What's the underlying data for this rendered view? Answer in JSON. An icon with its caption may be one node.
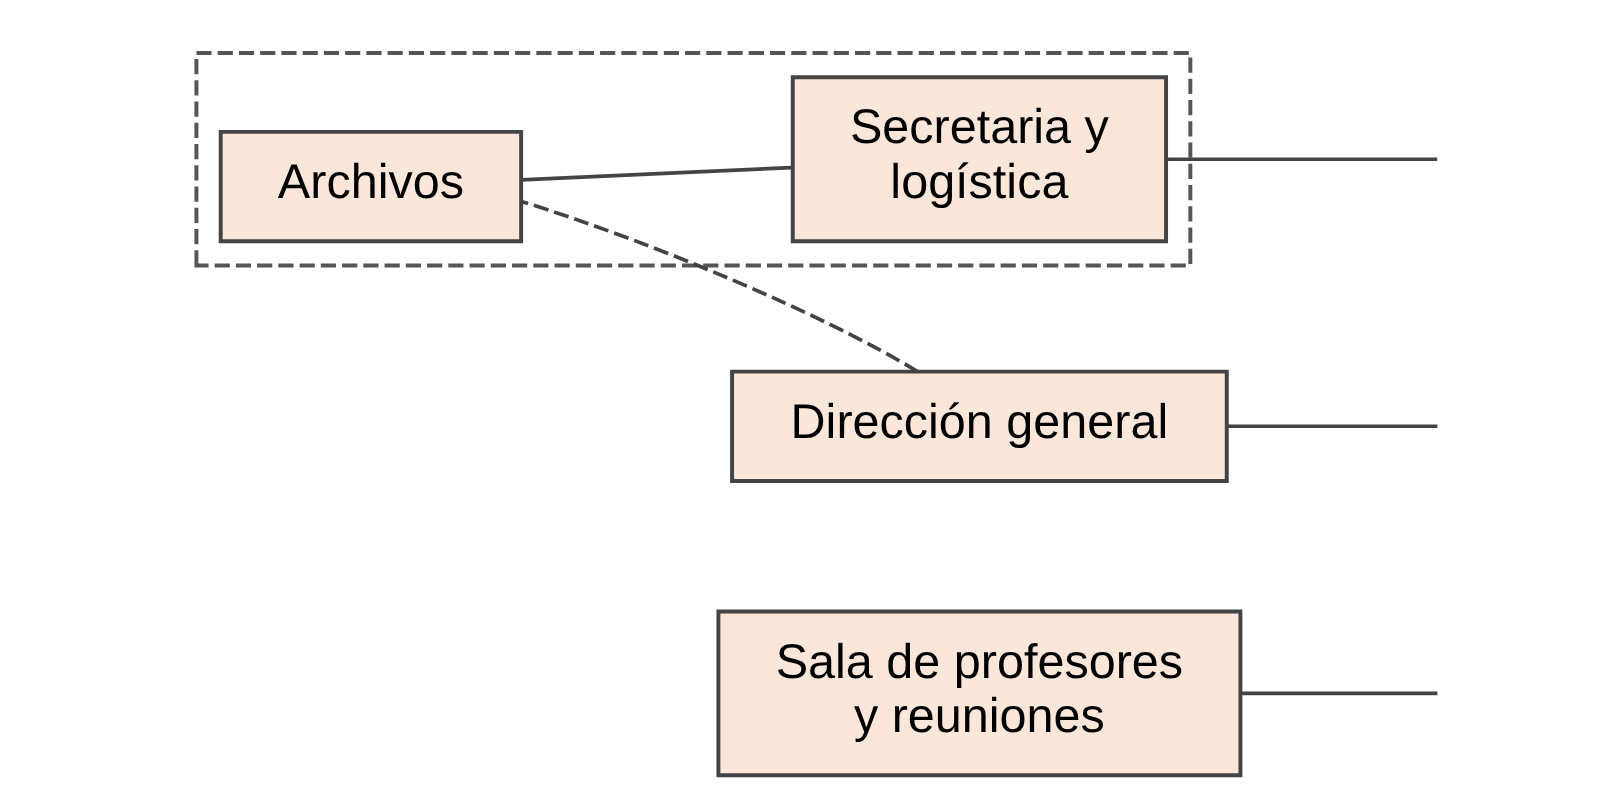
{
  "diagram": {
    "nodes": [
      {
        "text": [
          "Sala de profesores y reuniones"
        ]
      },
      {
        "text": [
          "Dirección general"
        ]
      },
      {
        "text": [],
        "shape": "box"
      },
      {
        "text": [
          "Archivos"
        ],
        "in": 2
      },
      {
        "text": [
          "Secretaria y logística"
        ],
        "in": 2
      }
    ],
    "edges": [
      {
        "from": 0,
        "to": null,
        "arrow": "none"
      },
      {
        "from": 1,
        "to": null,
        "arrow": "none"
      },
      {
        "from": 1,
        "to": 3,
        "arrow": "none",
        "style": "dashed"
      },
      {
        "from": 3,
        "to": 4,
        "arrow": "none"
      },
      {
        "from": 4,
        "to": null,
        "arrow": "none"
      }
    ]
  }
}
